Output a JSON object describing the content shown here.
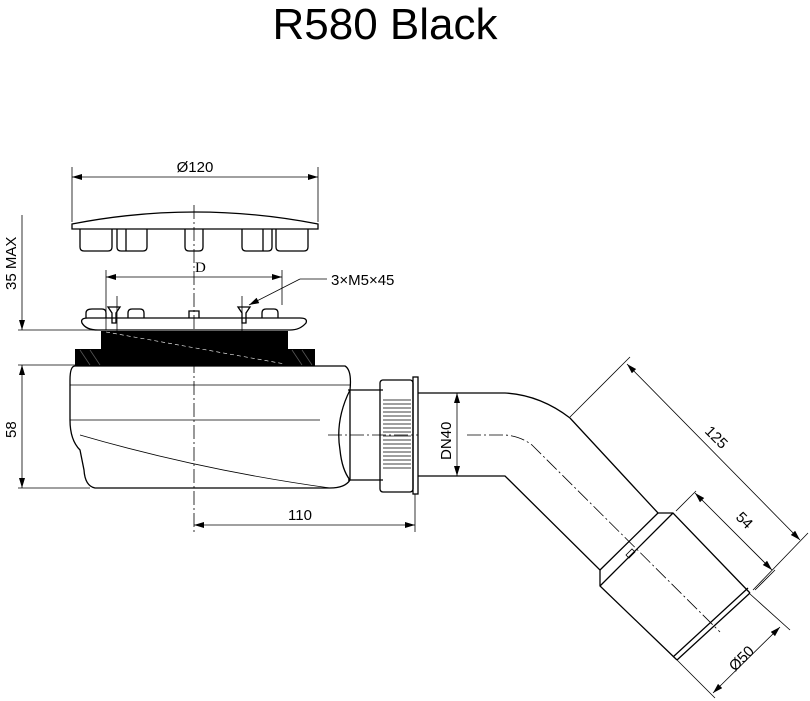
{
  "title": "R580 Black",
  "labels": {
    "cap_diameter": "Ø120",
    "hole_spacing": "D",
    "screws": "3×M5×45",
    "height_max": "35 MAX",
    "body_height": "58",
    "outlet_offset": "110",
    "outlet_size": "DN40",
    "pipe_length": "125",
    "sleeve_length": "54",
    "sleeve_diameter": "Ø50"
  },
  "colors": {
    "line": "#000000",
    "background": "#ffffff"
  }
}
